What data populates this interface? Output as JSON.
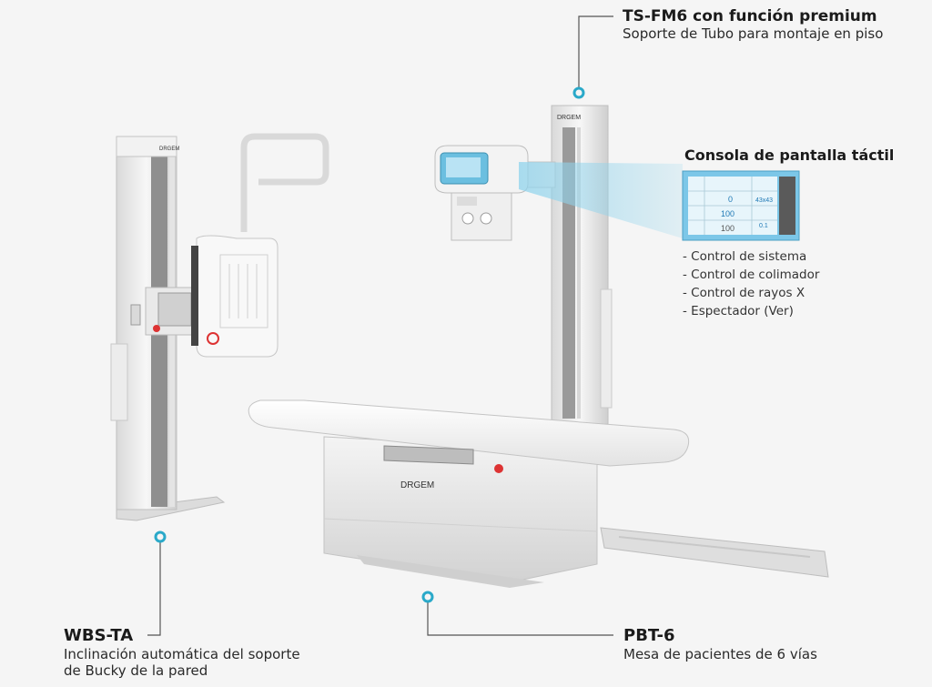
{
  "labels": {
    "tsfm6": {
      "title": "TS-FM6 con función premium",
      "subtitle": "Soporte de Tubo para montaje en piso"
    },
    "console": {
      "title": "Consola de pantalla táctil",
      "features": [
        "- Control de sistema",
        "- Control de colimador",
        "- Control de rayos X",
        "- Espectador (Ver)"
      ]
    },
    "wbs": {
      "title": "WBS-TA",
      "subtitle_line1": "Inclinación automática del soporte",
      "subtitle_line2": "de Bucky de la pared"
    },
    "pbt": {
      "title": "PBT-6",
      "subtitle": "Mesa de pacientes de 6 vías"
    }
  },
  "brand": {
    "logo_text": "DRGEM"
  },
  "console_screen": {
    "values": [
      "0",
      "43x43",
      "100",
      "100",
      "0.1"
    ]
  },
  "colors": {
    "accent": "#2aa9c9",
    "screen": "#7cc7e8",
    "metal": "#e6e6e6"
  }
}
